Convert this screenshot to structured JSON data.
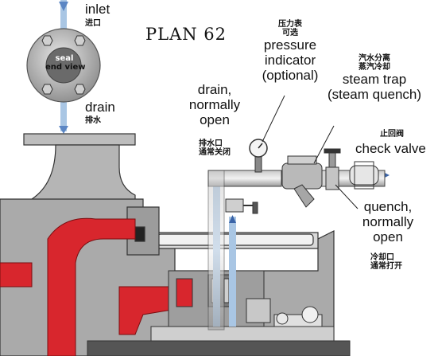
{
  "title": "PLAN 62",
  "flange": {
    "label_line1": "seal",
    "label_line2": "end view"
  },
  "inlet": {
    "en": "inlet",
    "cn": "进口"
  },
  "drain_top": {
    "en": "drain",
    "cn": "排水"
  },
  "pressure": {
    "cn_line1": "压力表",
    "cn_line2": "可选",
    "en_line1": "pressure",
    "en_line2": "indicator",
    "en_line3": "(optional)"
  },
  "trap": {
    "cn_line1": "汽水分离",
    "cn_line2": "蒸汽冷却",
    "en_line1": "steam trap",
    "en_line2": "(steam quench)"
  },
  "drain_side": {
    "en_line1": "drain,",
    "en_line2": "normally",
    "en_line3": "open",
    "cn_line1": "排水口",
    "cn_line2": "通常关闭"
  },
  "check": {
    "cn": "止回阀",
    "en": "check valve"
  },
  "quench": {
    "en_line1": "quench,",
    "en_line2": "normally",
    "en_line3": "open",
    "cn_line1": "冷却口",
    "cn_line2": "通常打开"
  },
  "colors": {
    "flow": "#a9c6e4",
    "casing": "#b8b8b8",
    "red": "#d8262d",
    "dark": "#333333"
  }
}
